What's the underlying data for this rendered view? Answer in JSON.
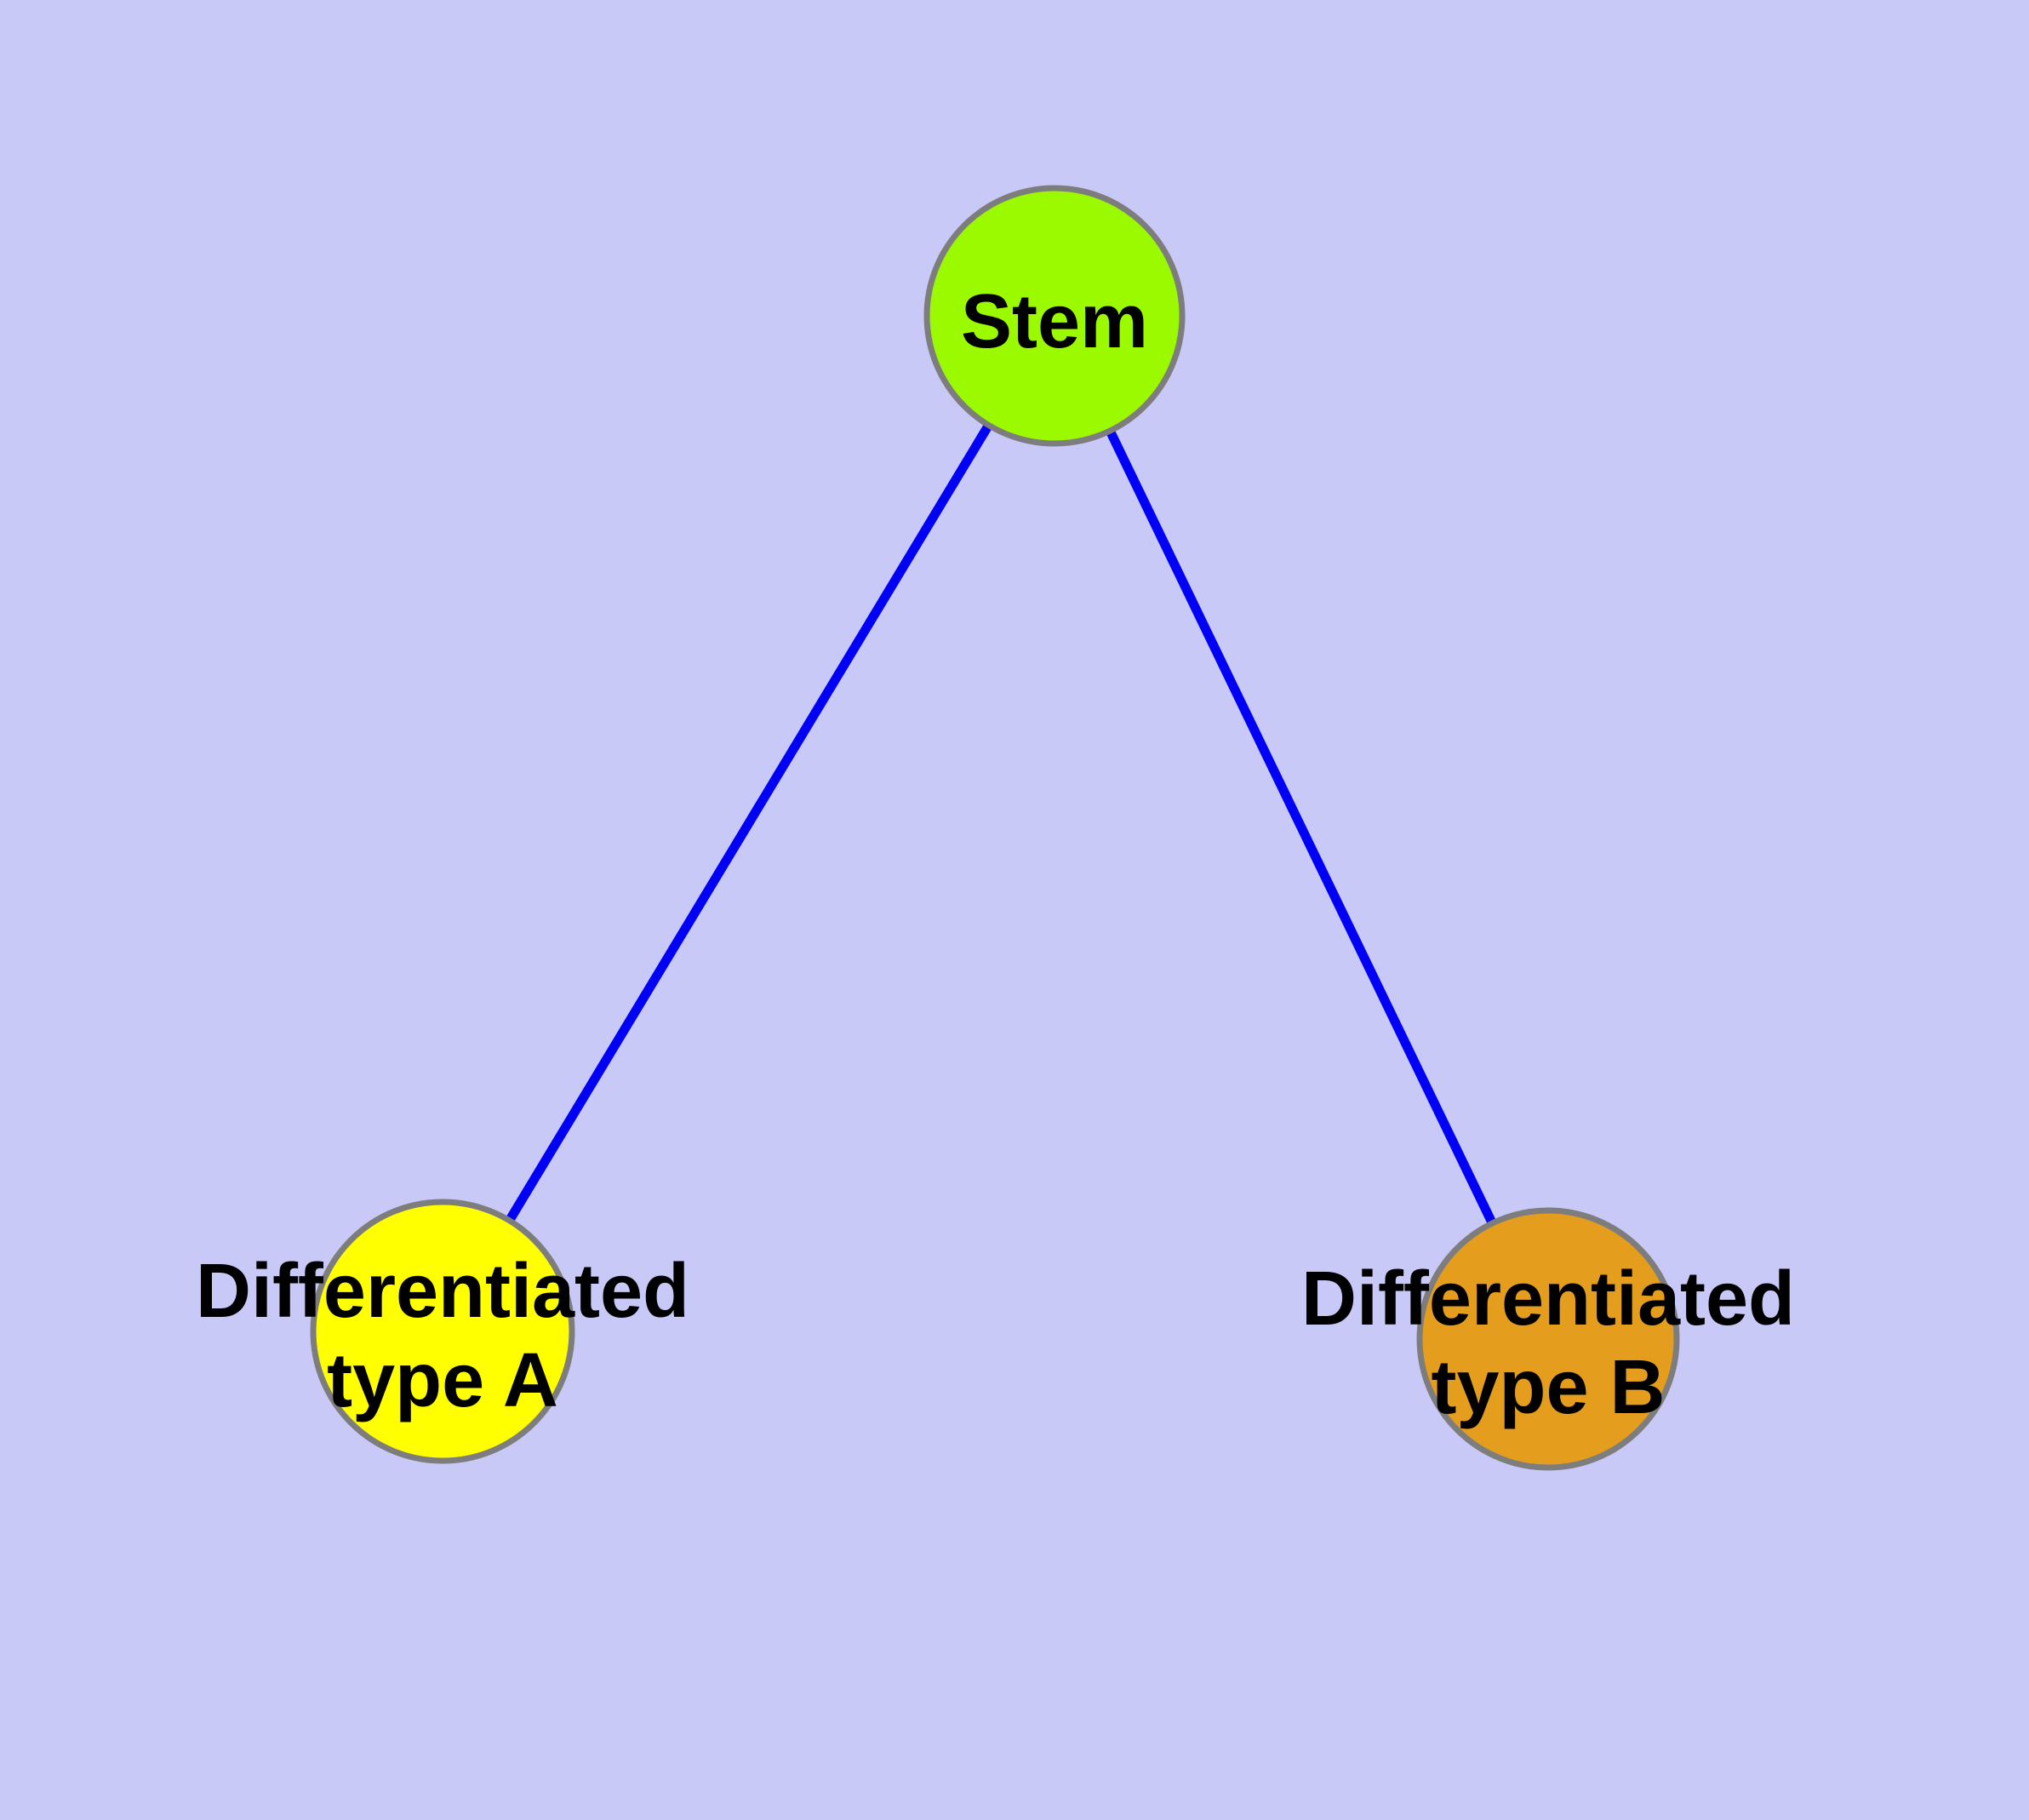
{
  "canvas": {
    "background": "#C9C9F8"
  },
  "graph": {
    "type": "node-link-diagram",
    "nodes": [
      {
        "id": "stem",
        "label": "Stem"
      },
      {
        "id": "type_a",
        "label": "Differentiated type A"
      },
      {
        "id": "type_b",
        "label": "Differentiated type B"
      }
    ],
    "edges_list": [
      {
        "from": "Stem",
        "to": "Differentiated type A"
      },
      {
        "from": "Stem",
        "to": "Differentiated type B"
      }
    ]
  },
  "nodes": {
    "stem": {
      "label": "Stem",
      "fill": "#9BFA00",
      "border": "#7D7D7D"
    },
    "type_a": {
      "label_lines": [
        "Differentiated",
        "type A"
      ],
      "fill": "#FFFF00",
      "border": "#7D7D7D"
    },
    "type_b": {
      "label_lines": [
        "Differentiated",
        "type B"
      ],
      "fill": "#E59D1E",
      "border": "#7D7D7D"
    }
  },
  "edges": {
    "color": "#0000F8"
  }
}
